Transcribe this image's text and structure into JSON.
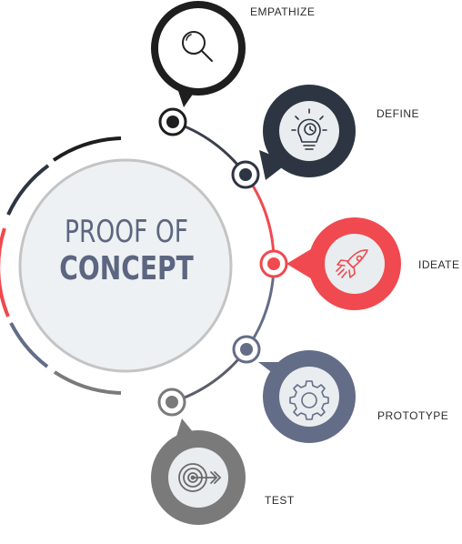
{
  "center": {
    "line1": "PROOF OF",
    "line2": "CONCEPT"
  },
  "stages": [
    {
      "id": "empathize",
      "label": "EMPATHIZE",
      "icon": "search-icon",
      "color": "#1e1e1e"
    },
    {
      "id": "define",
      "label": "DEFINE",
      "icon": "lightbulb-clock-icon",
      "color": "#2e3542"
    },
    {
      "id": "ideate",
      "label": "IDEATE",
      "icon": "rocket-icon",
      "color": "#f0494f"
    },
    {
      "id": "prototype",
      "label": "PROTOTYPE",
      "icon": "gear-icon",
      "color": "#646d87"
    },
    {
      "id": "test",
      "label": "TEST",
      "icon": "target-icon",
      "color": "#7a7a7a"
    }
  ],
  "colors": {
    "center_fill": "#eef1f3",
    "center_ring": "#c4c4c4",
    "title": "#5c6680",
    "icon_bg": "#e9edef"
  }
}
